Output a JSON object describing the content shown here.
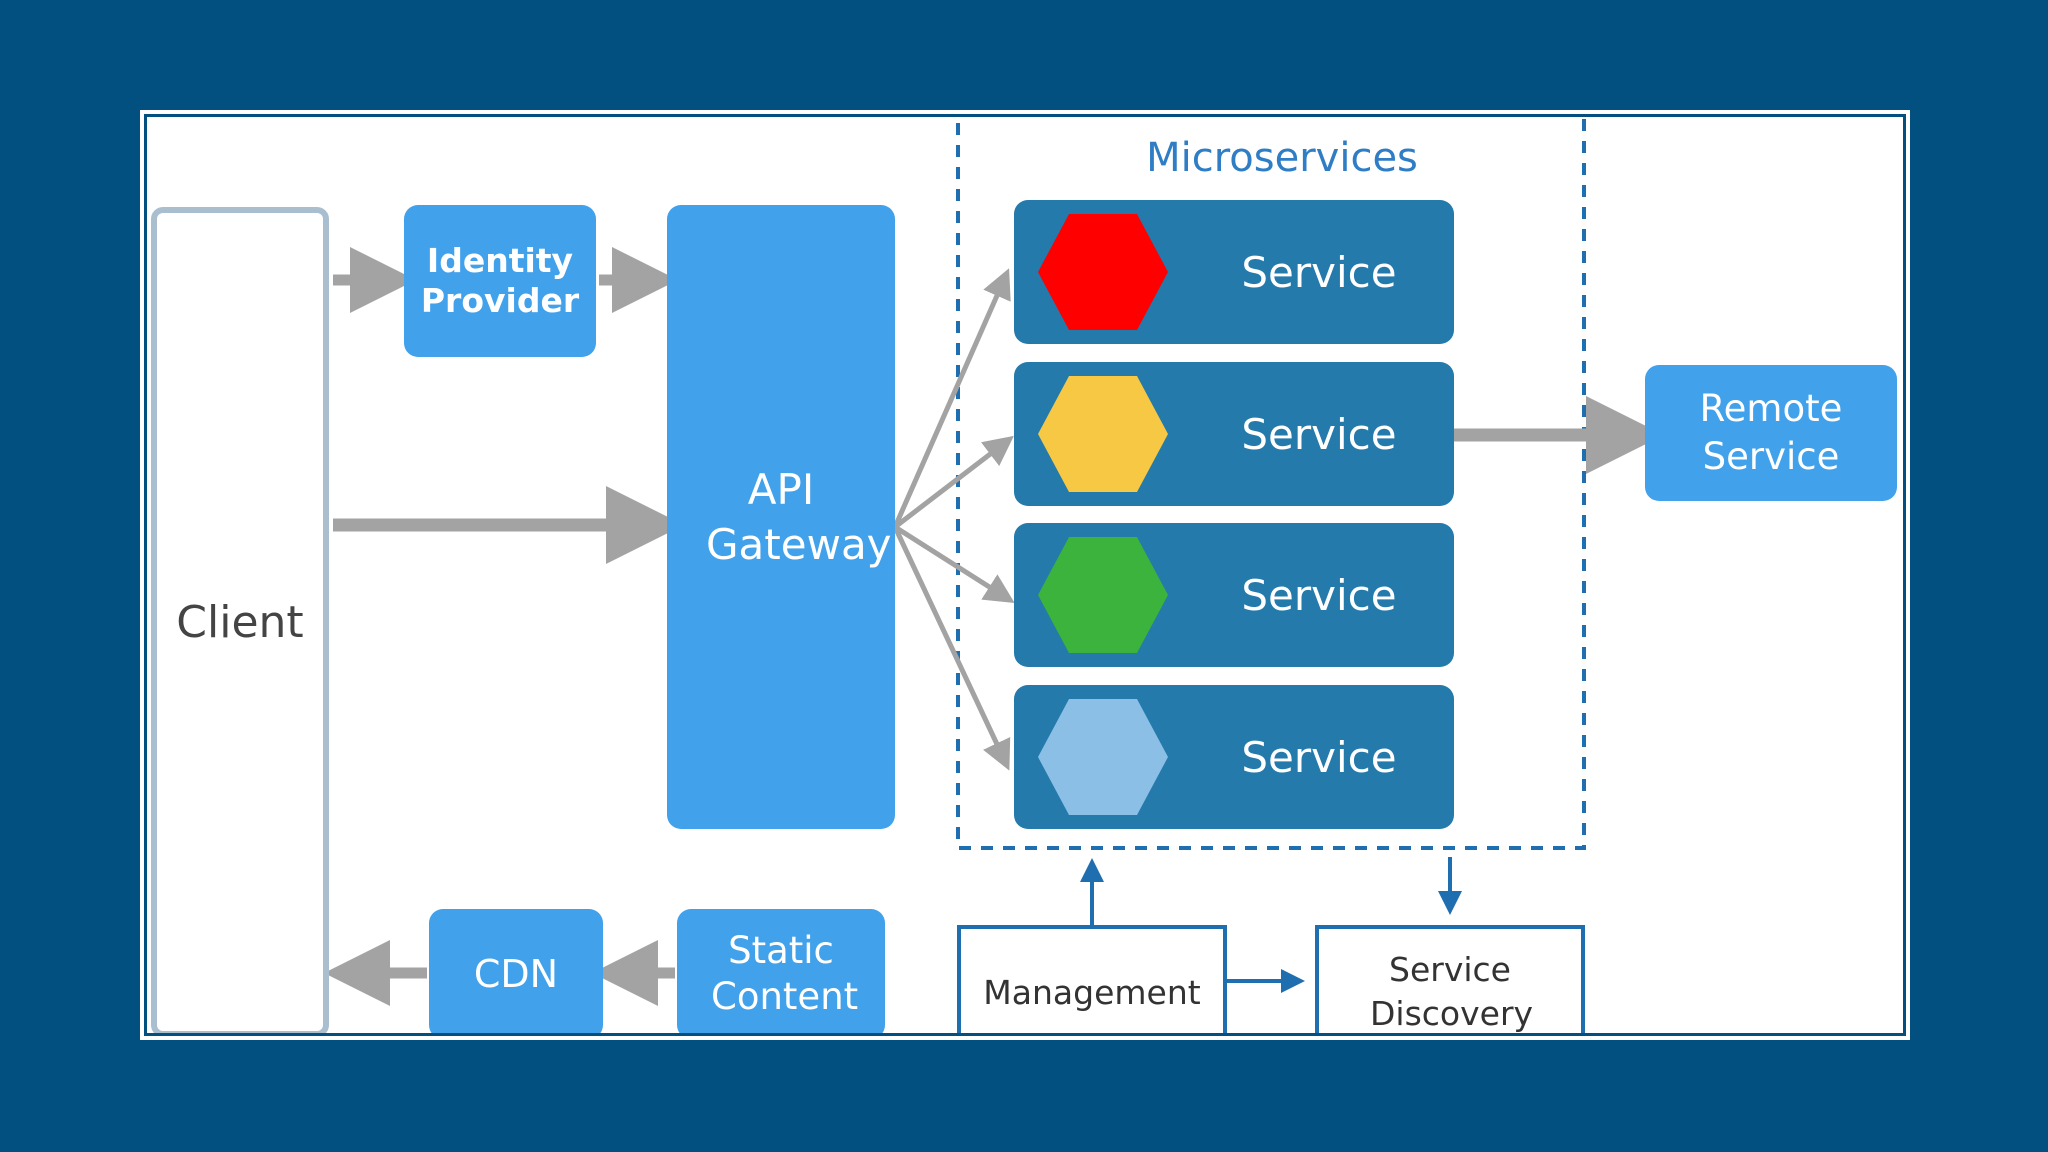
{
  "nodes": {
    "client": "Client",
    "identity_provider": "Identity Provider",
    "api_gateway": "API Gateway",
    "cdn": "CDN",
    "static_content": "Static Content",
    "remote_service": "Remote Service",
    "management": "Management",
    "service_discovery": "Service Discovery"
  },
  "microservices": {
    "title": "Microservices",
    "services": [
      {
        "label": "Service",
        "color": "#ff0000"
      },
      {
        "label": "Service",
        "color": "#f6c844"
      },
      {
        "label": "Service",
        "color": "#3bb33c"
      },
      {
        "label": "Service",
        "color": "#8cbfe6"
      }
    ]
  },
  "colors": {
    "background": "#02507f",
    "node_blue": "#42a1eb",
    "service_blue": "#237aab",
    "arrow_gray": "#a3a3a3",
    "outline_blue": "#1f6fb0",
    "title_blue": "#2f7ec5"
  }
}
